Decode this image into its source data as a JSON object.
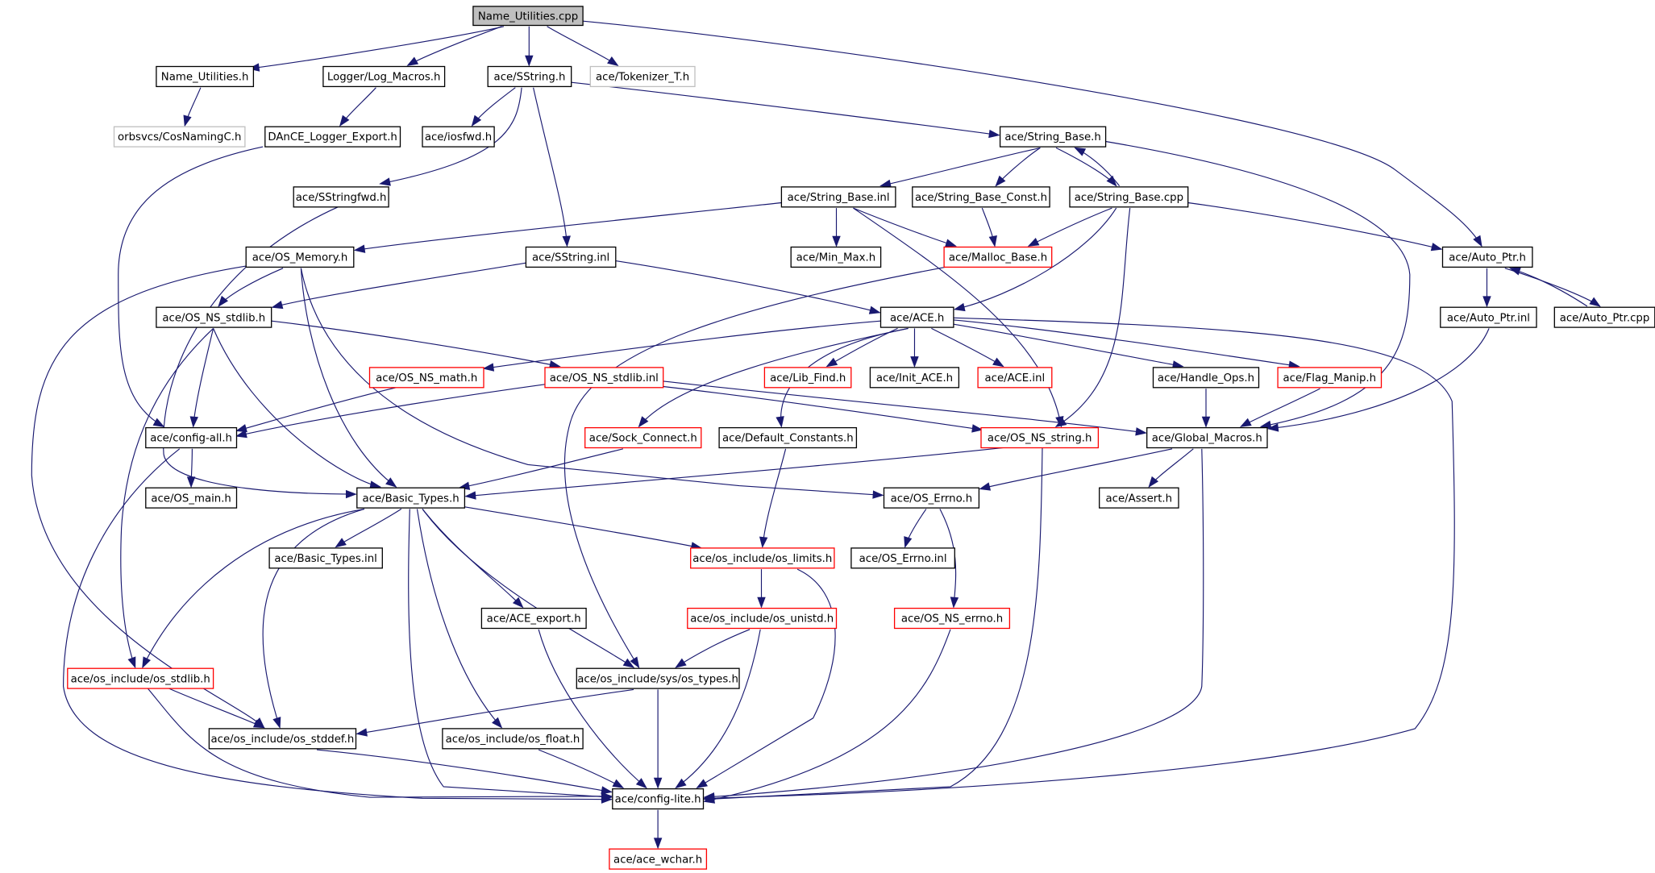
{
  "diagram": {
    "kind": "include dependency graph",
    "colors": {
      "edge": "#191970",
      "root_fill": "#bfbfbf",
      "normal_border": "#000000",
      "truncated_border": "#ff0000",
      "undocumented_border": "#bfbfbf"
    },
    "nodes": [
      {
        "id": "name_utilities_cpp",
        "label": "Name_Utilities.cpp",
        "style": "root"
      },
      {
        "id": "name_utilities_h",
        "label": "Name_Utilities.h",
        "style": "normal"
      },
      {
        "id": "log_macros_h",
        "label": "Logger/Log_Macros.h",
        "style": "normal"
      },
      {
        "id": "sstring_h",
        "label": "ace/SString.h",
        "style": "normal"
      },
      {
        "id": "tokenizer_t_h",
        "label": "ace/Tokenizer_T.h",
        "style": "grey"
      },
      {
        "id": "cosnamingc_h",
        "label": "orbsvcs/CosNamingC.h",
        "style": "grey"
      },
      {
        "id": "dance_logger_export_h",
        "label": "DAnCE_Logger_Export.h",
        "style": "normal"
      },
      {
        "id": "iosfwd_h",
        "label": "ace/iosfwd.h",
        "style": "normal"
      },
      {
        "id": "string_base_h",
        "label": "ace/String_Base.h",
        "style": "normal"
      },
      {
        "id": "sstringfwd_h",
        "label": "ace/SStringfwd.h",
        "style": "normal"
      },
      {
        "id": "string_base_inl",
        "label": "ace/String_Base.inl",
        "style": "normal"
      },
      {
        "id": "string_base_const_h",
        "label": "ace/String_Base_Const.h",
        "style": "normal"
      },
      {
        "id": "string_base_cpp",
        "label": "ace/String_Base.cpp",
        "style": "normal"
      },
      {
        "id": "os_memory_h",
        "label": "ace/OS_Memory.h",
        "style": "normal"
      },
      {
        "id": "sstring_inl",
        "label": "ace/SString.inl",
        "style": "normal"
      },
      {
        "id": "min_max_h",
        "label": "ace/Min_Max.h",
        "style": "normal"
      },
      {
        "id": "malloc_base_h",
        "label": "ace/Malloc_Base.h",
        "style": "red"
      },
      {
        "id": "auto_ptr_h",
        "label": "ace/Auto_Ptr.h",
        "style": "normal"
      },
      {
        "id": "os_ns_stdlib_h",
        "label": "ace/OS_NS_stdlib.h",
        "style": "normal"
      },
      {
        "id": "ace_h",
        "label": "ace/ACE.h",
        "style": "normal"
      },
      {
        "id": "auto_ptr_inl",
        "label": "ace/Auto_Ptr.inl",
        "style": "normal"
      },
      {
        "id": "auto_ptr_cpp",
        "label": "ace/Auto_Ptr.cpp",
        "style": "normal"
      },
      {
        "id": "os_ns_math_h",
        "label": "ace/OS_NS_math.h",
        "style": "red"
      },
      {
        "id": "os_ns_stdlib_inl",
        "label": "ace/OS_NS_stdlib.inl",
        "style": "red"
      },
      {
        "id": "lib_find_h",
        "label": "ace/Lib_Find.h",
        "style": "red"
      },
      {
        "id": "init_ace_h",
        "label": "ace/Init_ACE.h",
        "style": "normal"
      },
      {
        "id": "ace_inl",
        "label": "ace/ACE.inl",
        "style": "red"
      },
      {
        "id": "handle_ops_h",
        "label": "ace/Handle_Ops.h",
        "style": "normal"
      },
      {
        "id": "flag_manip_h",
        "label": "ace/Flag_Manip.h",
        "style": "red"
      },
      {
        "id": "config_all_h",
        "label": "ace/config-all.h",
        "style": "normal"
      },
      {
        "id": "sock_connect_h",
        "label": "ace/Sock_Connect.h",
        "style": "red"
      },
      {
        "id": "default_constants_h",
        "label": "ace/Default_Constants.h",
        "style": "normal"
      },
      {
        "id": "os_ns_string_h",
        "label": "ace/OS_NS_string.h",
        "style": "red"
      },
      {
        "id": "global_macros_h",
        "label": "ace/Global_Macros.h",
        "style": "normal"
      },
      {
        "id": "os_main_h",
        "label": "ace/OS_main.h",
        "style": "normal"
      },
      {
        "id": "basic_types_h",
        "label": "ace/Basic_Types.h",
        "style": "normal"
      },
      {
        "id": "os_errno_h",
        "label": "ace/OS_Errno.h",
        "style": "normal"
      },
      {
        "id": "assert_h",
        "label": "ace/Assert.h",
        "style": "normal"
      },
      {
        "id": "basic_types_inl",
        "label": "ace/Basic_Types.inl",
        "style": "normal"
      },
      {
        "id": "os_limits_h",
        "label": "ace/os_include/os_limits.h",
        "style": "red"
      },
      {
        "id": "os_errno_inl",
        "label": "ace/OS_Errno.inl",
        "style": "normal"
      },
      {
        "id": "ace_export_h",
        "label": "ace/ACE_export.h",
        "style": "normal"
      },
      {
        "id": "os_unistd_h",
        "label": "ace/os_include/os_unistd.h",
        "style": "red"
      },
      {
        "id": "os_ns_errno_h",
        "label": "ace/OS_NS_errno.h",
        "style": "red"
      },
      {
        "id": "os_stdlib_h",
        "label": "ace/os_include/os_stdlib.h",
        "style": "red"
      },
      {
        "id": "os_types_h",
        "label": "ace/os_include/sys/os_types.h",
        "style": "normal"
      },
      {
        "id": "os_stddef_h",
        "label": "ace/os_include/os_stddef.h",
        "style": "normal"
      },
      {
        "id": "os_float_h",
        "label": "ace/os_include/os_float.h",
        "style": "normal"
      },
      {
        "id": "config_lite_h",
        "label": "ace/config-lite.h",
        "style": "normal"
      },
      {
        "id": "ace_wchar_h",
        "label": "ace/ace_wchar.h",
        "style": "red"
      }
    ],
    "edges": [
      [
        "name_utilities_cpp",
        "name_utilities_h"
      ],
      [
        "name_utilities_cpp",
        "log_macros_h"
      ],
      [
        "name_utilities_cpp",
        "sstring_h"
      ],
      [
        "name_utilities_cpp",
        "tokenizer_t_h"
      ],
      [
        "name_utilities_cpp",
        "auto_ptr_h"
      ],
      [
        "name_utilities_h",
        "cosnamingc_h"
      ],
      [
        "log_macros_h",
        "dance_logger_export_h"
      ],
      [
        "dance_logger_export_h",
        "config_all_h"
      ],
      [
        "sstring_h",
        "iosfwd_h"
      ],
      [
        "sstring_h",
        "sstringfwd_h"
      ],
      [
        "sstring_h",
        "sstring_inl"
      ],
      [
        "sstring_h",
        "string_base_h"
      ],
      [
        "sstringfwd_h",
        "basic_types_h"
      ],
      [
        "string_base_h",
        "string_base_inl"
      ],
      [
        "string_base_h",
        "string_base_const_h"
      ],
      [
        "string_base_h",
        "string_base_cpp"
      ],
      [
        "string_base_h",
        "global_macros_h"
      ],
      [
        "string_base_cpp",
        "string_base_h"
      ],
      [
        "string_base_cpp",
        "malloc_base_h"
      ],
      [
        "string_base_cpp",
        "ace_h"
      ],
      [
        "string_base_cpp",
        "os_ns_string_h"
      ],
      [
        "string_base_cpp",
        "auto_ptr_h"
      ],
      [
        "string_base_inl",
        "os_memory_h"
      ],
      [
        "string_base_inl",
        "min_max_h"
      ],
      [
        "string_base_inl",
        "malloc_base_h"
      ],
      [
        "string_base_inl",
        "os_ns_string_h"
      ],
      [
        "string_base_const_h",
        "malloc_base_h"
      ],
      [
        "malloc_base_h",
        "os_types_h"
      ],
      [
        "auto_ptr_h",
        "auto_ptr_inl"
      ],
      [
        "auto_ptr_h",
        "auto_ptr_cpp"
      ],
      [
        "auto_ptr_cpp",
        "auto_ptr_h"
      ],
      [
        "auto_ptr_inl",
        "global_macros_h"
      ],
      [
        "sstring_inl",
        "os_ns_stdlib_h"
      ],
      [
        "sstring_inl",
        "ace_h"
      ],
      [
        "os_memory_h",
        "os_ns_stdlib_h"
      ],
      [
        "os_memory_h",
        "basic_types_h"
      ],
      [
        "os_memory_h",
        "os_errno_h"
      ],
      [
        "os_memory_h",
        "os_stddef_h"
      ],
      [
        "os_ns_stdlib_h",
        "config_all_h"
      ],
      [
        "os_ns_stdlib_h",
        "basic_types_h"
      ],
      [
        "os_ns_stdlib_h",
        "os_ns_stdlib_inl"
      ],
      [
        "os_ns_stdlib_h",
        "os_stdlib_h"
      ],
      [
        "ace_h",
        "os_ns_math_h"
      ],
      [
        "ace_h",
        "lib_find_h"
      ],
      [
        "ace_h",
        "init_ace_h"
      ],
      [
        "ace_h",
        "ace_inl"
      ],
      [
        "ace_h",
        "handle_ops_h"
      ],
      [
        "ace_h",
        "flag_manip_h"
      ],
      [
        "ace_h",
        "sock_connect_h"
      ],
      [
        "ace_h",
        "default_constants_h"
      ],
      [
        "ace_h",
        "config_lite_h"
      ],
      [
        "os_ns_math_h",
        "config_all_h"
      ],
      [
        "os_ns_stdlib_inl",
        "config_all_h"
      ],
      [
        "os_ns_stdlib_inl",
        "os_ns_string_h"
      ],
      [
        "os_ns_stdlib_inl",
        "global_macros_h"
      ],
      [
        "handle_ops_h",
        "global_macros_h"
      ],
      [
        "flag_manip_h",
        "global_macros_h"
      ],
      [
        "global_macros_h",
        "os_errno_h"
      ],
      [
        "global_macros_h",
        "assert_h"
      ],
      [
        "global_macros_h",
        "config_lite_h"
      ],
      [
        "sock_connect_h",
        "basic_types_h"
      ],
      [
        "default_constants_h",
        "os_limits_h"
      ],
      [
        "os_ns_string_h",
        "basic_types_h"
      ],
      [
        "os_ns_string_h",
        "config_lite_h"
      ],
      [
        "config_all_h",
        "os_main_h"
      ],
      [
        "config_all_h",
        "config_lite_h"
      ],
      [
        "os_errno_h",
        "os_errno_inl"
      ],
      [
        "os_errno_h",
        "os_ns_errno_h"
      ],
      [
        "os_ns_errno_h",
        "config_lite_h"
      ],
      [
        "basic_types_h",
        "basic_types_inl"
      ],
      [
        "basic_types_h",
        "os_limits_h"
      ],
      [
        "basic_types_h",
        "ace_export_h"
      ],
      [
        "basic_types_h",
        "os_types_h"
      ],
      [
        "basic_types_h",
        "os_float_h"
      ],
      [
        "basic_types_h",
        "os_stdlib_h"
      ],
      [
        "basic_types_h",
        "os_stddef_h"
      ],
      [
        "basic_types_h",
        "config_lite_h"
      ],
      [
        "os_limits_h",
        "os_unistd_h"
      ],
      [
        "os_limits_h",
        "config_lite_h"
      ],
      [
        "os_unistd_h",
        "os_types_h"
      ],
      [
        "os_unistd_h",
        "config_lite_h"
      ],
      [
        "ace_export_h",
        "config_lite_h"
      ],
      [
        "os_types_h",
        "os_stddef_h"
      ],
      [
        "os_types_h",
        "config_lite_h"
      ],
      [
        "os_stdlib_h",
        "os_stddef_h"
      ],
      [
        "os_stdlib_h",
        "config_lite_h"
      ],
      [
        "os_stddef_h",
        "config_lite_h"
      ],
      [
        "os_float_h",
        "config_lite_h"
      ],
      [
        "config_lite_h",
        "ace_wchar_h"
      ]
    ]
  }
}
